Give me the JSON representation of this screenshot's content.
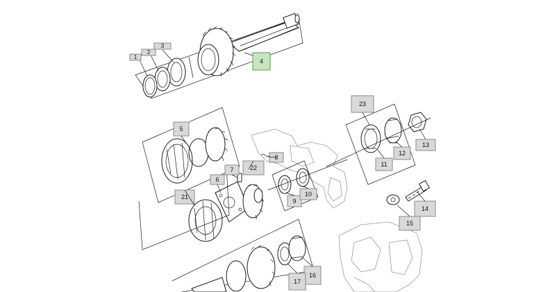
{
  "callouts": [
    {
      "id": "c1",
      "label": "1"
    },
    {
      "id": "c2",
      "label": "2"
    },
    {
      "id": "c3",
      "label": "3"
    },
    {
      "id": "c4",
      "label": "4",
      "highlight": true
    },
    {
      "id": "c5",
      "label": "5"
    },
    {
      "id": "c6",
      "label": "6"
    },
    {
      "id": "c7",
      "label": "7"
    },
    {
      "id": "c8",
      "label": "8"
    },
    {
      "id": "c9",
      "label": "9"
    },
    {
      "id": "c10",
      "label": "10"
    },
    {
      "id": "c11",
      "label": "11"
    },
    {
      "id": "c12",
      "label": "12"
    },
    {
      "id": "c13",
      "label": "13"
    },
    {
      "id": "c14",
      "label": "14"
    },
    {
      "id": "c15",
      "label": "15"
    },
    {
      "id": "c16",
      "label": "16"
    },
    {
      "id": "c17",
      "label": "17"
    },
    {
      "id": "c21",
      "label": "21"
    },
    {
      "id": "c22",
      "label": "22"
    },
    {
      "id": "c23",
      "label": "23"
    }
  ],
  "colors": {
    "callout_fill": "#d9d9d9",
    "callout_highlight_fill": "#c7e6bf",
    "callout_highlight_border": "#5a9a4e",
    "line": "#1a1a1a"
  }
}
